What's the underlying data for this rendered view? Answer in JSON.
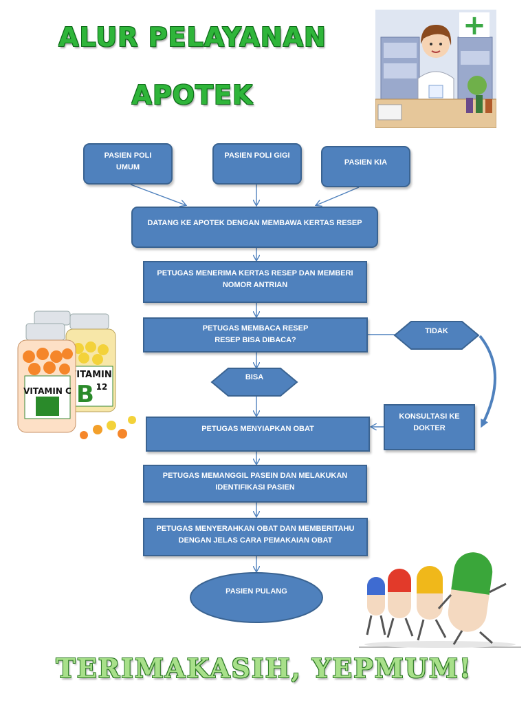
{
  "title": {
    "line1": "ALUR PELAYANAN",
    "line2": "APOTEK"
  },
  "flow": {
    "poli_umum": "PASIEN POLI UMUM",
    "poli_gigi": "PASIEN POLI GIGI",
    "kia": "PASIEN KIA",
    "datang": "DATANG KE APOTEK DENGAN MEMBAWA KERTAS RESEP",
    "menerima": "PETUGAS MENERIMA KERTAS RESEP DAN MEMBERI NOMOR ANTRIAN",
    "membaca_line1": "PETUGAS MEMBACA RESEP",
    "membaca_line2": "RESEP BISA DIBACA?",
    "tidak": "TIDAK",
    "bisa": "BISA",
    "konsultasi": "KONSULTASI KE DOKTER",
    "menyiapkan": "PETUGAS MENYIAPKAN OBAT",
    "memanggil": "PETUGAS MEMANGGIL PASEIN DAN MELAKUKAN IDENTIFIKASI PASIEN",
    "menyerahkan": "PETUGAS MENYERAHKAN OBAT DAN MEMBERITAHU DENGAN JELAS CARA PEMAKAIAN OBAT",
    "pulang": "PASIEN PULANG"
  },
  "illustrations": {
    "pharmacist_label": "+",
    "vitamin_c": "VITAMIN C",
    "vitamin_b12_word": "VITAMIN",
    "vitamin_b12_letter": "B",
    "vitamin_b12_sub": "12"
  },
  "footer": {
    "text": "TERIMAKASIH, YEPMUM!"
  },
  "colors": {
    "box_fill": "#4f81bd",
    "box_border": "#3a6391",
    "title_green": "#2fb53a",
    "arrow": "#4f81bd"
  }
}
